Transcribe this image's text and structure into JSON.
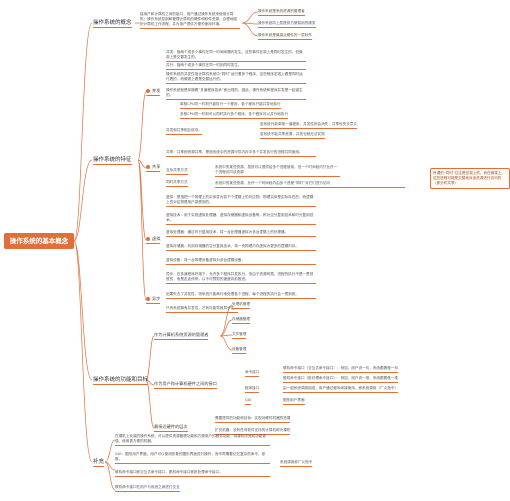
{
  "root": "操作系统的基本概念",
  "branches": {
    "concept": {
      "label": "操作系统的概念",
      "def_text": "接用户和计算机之间的接口，用户通过操作系统来使用计算机；操作系统控制和管理计算机的硬件和软件资源，合理地组织计算机工作流程，并为用户提供方便的使用环境。",
      "items": [
        "操作系统是系统资源的管理者",
        "操作系统向上层提供方便易用的服务",
        "操作系统是最接近硬件的一层软件"
      ]
    },
    "features": {
      "label": "操作系统的特征",
      "concurrency_label": "并发",
      "concurrency_items": [
        "并发：指两个或多个事件在同一时间间隔内发生。这些事件宏观上是同时发生的，但微观上是交替发生的。",
        "并行：指两个或多个事件在同一时刻同时发生。",
        "操作系统的并发性指计算机系统中“同时”运行着多个程序，这些程序宏观上看是同时运行着的，而微观上看是交替运行的。",
        "操作系统就是伴随着“多道程序技术”而出现的。因此，操作系统和程序并发是一起诞生的。",
        "单核CPU同一时刻只能执行一个程序，各个程序只能并发地执行",
        "多核CPU同一时刻可以同时执行多个程序，多个程序可以并行地执行",
        "并发和共享相互依存。",
        "若系统只能单核一道程序，并发性则会消失，共享也失去意义",
        "若系统不能共享资源，并发也就无法实现"
      ],
      "sharing_label": "共享",
      "sharing_def": "共享：共享即资源共享，是指系统中的资源可供内存中多个并发执行的进程共同使用。",
      "mutex_label": "互斥共享方式",
      "mutex_text": "系统中的某些资源，虽然可以提供给多个进程使用，但一个时间段内只允许一个进程访问该资源",
      "simul_label": "同时共享方式",
      "simul_text": "系统中的某些资源，允许一个时间段内由多个进程“同时”对它们进行访问",
      "note": "所谓的“同时”往往是宏观上的，而在微观上，这些进程可能是交替地对该资源进行访问的（即分时共享）",
      "virtual_label": "虚拟",
      "virtual_items": [
        "虚拟：是指把一个物理上的实体变为若干个逻辑上的对应物。物理实体是实际存在的，而逻辑上的对应物是用户感受到的。",
        "虚拟技术：用于实现虚拟处理器、虚拟存储器和虚拟设备等，称为空分复用技术和时分复用技术。",
        "虚拟处理器：通过时分复用技术，将一台处理器虚拟为多台逻辑上的处理器。",
        "虚拟存储器：利用存储器的空分复用技术，将一块物理内存虚拟为更多的逻辑内存。",
        "虚拟设备：将一台物理设备虚拟为多台逻辑设备。"
      ],
      "async_label": "异步",
      "async_items": [
        "异步：在多道程序环境下，允许多个程序并发执行，但由于资源有限，进程的执行不是一贯到底的，而是走走停停，以不可预知的速度向前推进。",
        "如果失去了并发性，则系统只能串行地处理各个进程，每个进程的执行会一贯到底。",
        "只有系统拥有并发性，才有可能导致异步性。"
      ]
    },
    "goals": {
      "label": "操作系统的功能和目标",
      "manager_label": "作为计算机系统资源的管理者",
      "manager_items": [
        "处理机管理",
        "存储器管理",
        "文件管理",
        "设备管理"
      ],
      "interface_label": "作为用户和计算机硬件之间的接口",
      "cmd_label": "命令接口",
      "cmd_items": [
        "联机命令接口（交互式命令接口）：例如，用户说一句，系统跟着做一句",
        "脱机命令接口（批处理命令接口）：例如，用户说一堆，系统跟着做一堆"
      ],
      "prog_label": "程序接口",
      "prog_text": "由一组系统调用组成，用户通过程序间接使用，即系统调用（广义指令）",
      "gui_label": "GUI",
      "gui_text": "图形用户界面",
      "ext_label": "最接近硬件的层次",
      "ext_items": [
        "需要提供的功能和目标：实现对硬件机器的拓展",
        "扩充机器：没有任何软件支持的计算机称为裸机"
      ]
    },
    "other": {
      "label": "补充",
      "items": [
        "在裸机上安装的操作系统，可以提供资源管理功能和方便用户的服务功能，将裸机改造成功能更强、使用更方便的机器。",
        "GUI：图形用户界面。用户可以使用形象的图形界面进行操作，而不再需要记忆复杂的命令、参数。",
        "联机命令接口即交互式命令接口，脱机命令接口即批处理命令接口。",
        "联机命令接口在用户与系统之间进行交互",
        "系统调用即广义指令"
      ]
    }
  }
}
